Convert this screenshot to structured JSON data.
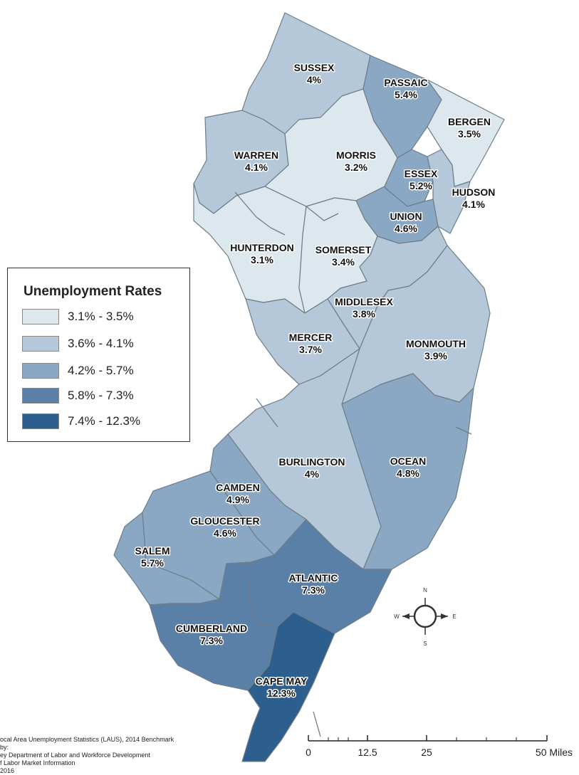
{
  "legend": {
    "title": "Unemployment Rates",
    "classes": [
      {
        "label": "3.1% - 3.5%",
        "color": "#dce8ee"
      },
      {
        "label": "3.6% - 4.1%",
        "color": "#b4c8d9"
      },
      {
        "label": "4.2% - 5.7%",
        "color": "#8aa7c3"
      },
      {
        "label": "5.8% - 7.3%",
        "color": "#5a80a8"
      },
      {
        "label": "7.4% - 12.3%",
        "color": "#2d5f8e"
      }
    ]
  },
  "counties": [
    {
      "name": "SUSSEX",
      "rate": "4%",
      "class": 1
    },
    {
      "name": "PASSAIC",
      "rate": "5.4%",
      "class": 2
    },
    {
      "name": "BERGEN",
      "rate": "3.5%",
      "class": 0
    },
    {
      "name": "WARREN",
      "rate": "4.1%",
      "class": 1
    },
    {
      "name": "MORRIS",
      "rate": "3.2%",
      "class": 0
    },
    {
      "name": "ESSEX",
      "rate": "5.2%",
      "class": 2
    },
    {
      "name": "HUDSON",
      "rate": "4.1%",
      "class": 1
    },
    {
      "name": "UNION",
      "rate": "4.6%",
      "class": 2
    },
    {
      "name": "HUNTERDON",
      "rate": "3.1%",
      "class": 0
    },
    {
      "name": "SOMERSET",
      "rate": "3.4%",
      "class": 0
    },
    {
      "name": "MIDDLESEX",
      "rate": "3.8%",
      "class": 1
    },
    {
      "name": "MERCER",
      "rate": "3.7%",
      "class": 1
    },
    {
      "name": "MONMOUTH",
      "rate": "3.9%",
      "class": 1
    },
    {
      "name": "BURLINGTON",
      "rate": "4%",
      "class": 1
    },
    {
      "name": "OCEAN",
      "rate": "4.8%",
      "class": 2
    },
    {
      "name": "CAMDEN",
      "rate": "4.9%",
      "class": 2
    },
    {
      "name": "GLOUCESTER",
      "rate": "4.6%",
      "class": 2
    },
    {
      "name": "SALEM",
      "rate": "5.7%",
      "class": 2
    },
    {
      "name": "ATLANTIC",
      "rate": "7.3%",
      "class": 3
    },
    {
      "name": "CUMBERLAND",
      "rate": "7.3%",
      "class": 3
    },
    {
      "name": "CAPE MAY",
      "rate": "12.3%",
      "class": 4
    }
  ],
  "compass": {
    "n": "N",
    "s": "S",
    "e": "E",
    "w": "W"
  },
  "scale_bar": {
    "ticks": [
      "0",
      "12.5",
      "25",
      "50 Miles"
    ]
  },
  "source_lines": [
    "ocal Area Unemployment Statistics (LAUS), 2014 Benchmark",
    "by:",
    "ey Department of Labor and Workforce Development",
    "f Labor Market Information",
    "2016"
  ]
}
